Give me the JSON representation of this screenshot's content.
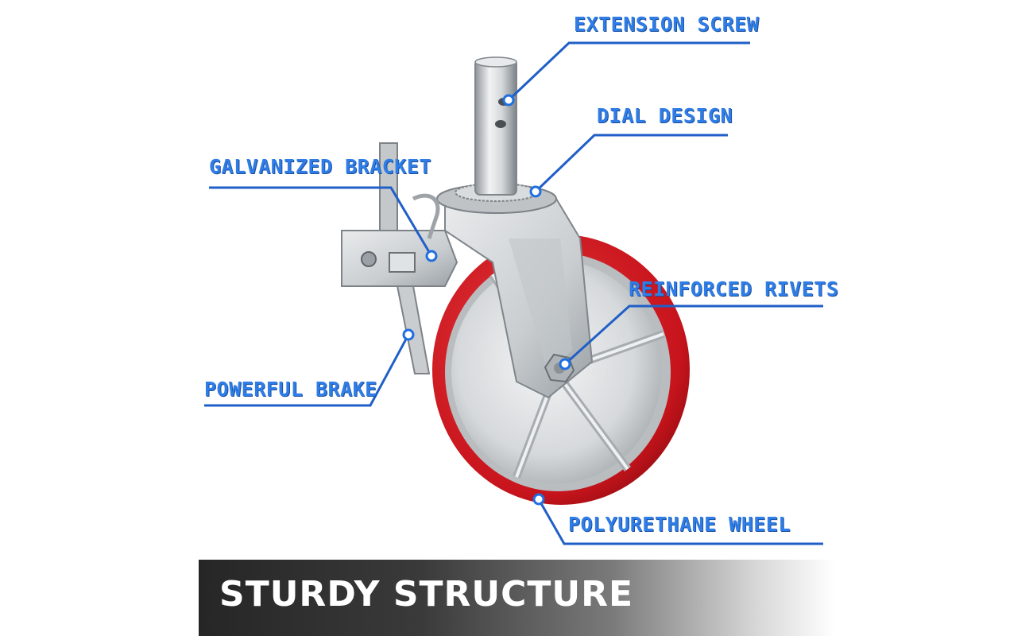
{
  "callouts": {
    "extension_screw": "EXTENSION SCREW",
    "dial_design": "DIAL DESIGN",
    "galvanized_bracket": "GALVANIZED BRACKET",
    "reinforced_rivets": "REINFORCED RIVETS",
    "powerful_brake": "POWERFUL BRAKE",
    "polyurethane_wheel": "POLYURETHANE WHEEL"
  },
  "banner": {
    "title": "STURDY STRUCTURE"
  },
  "colors": {
    "callout_blue": "#2f7de6",
    "wheel_red": "#c8141c",
    "steel": "#cfd3d6",
    "banner_dark": "#262626"
  }
}
